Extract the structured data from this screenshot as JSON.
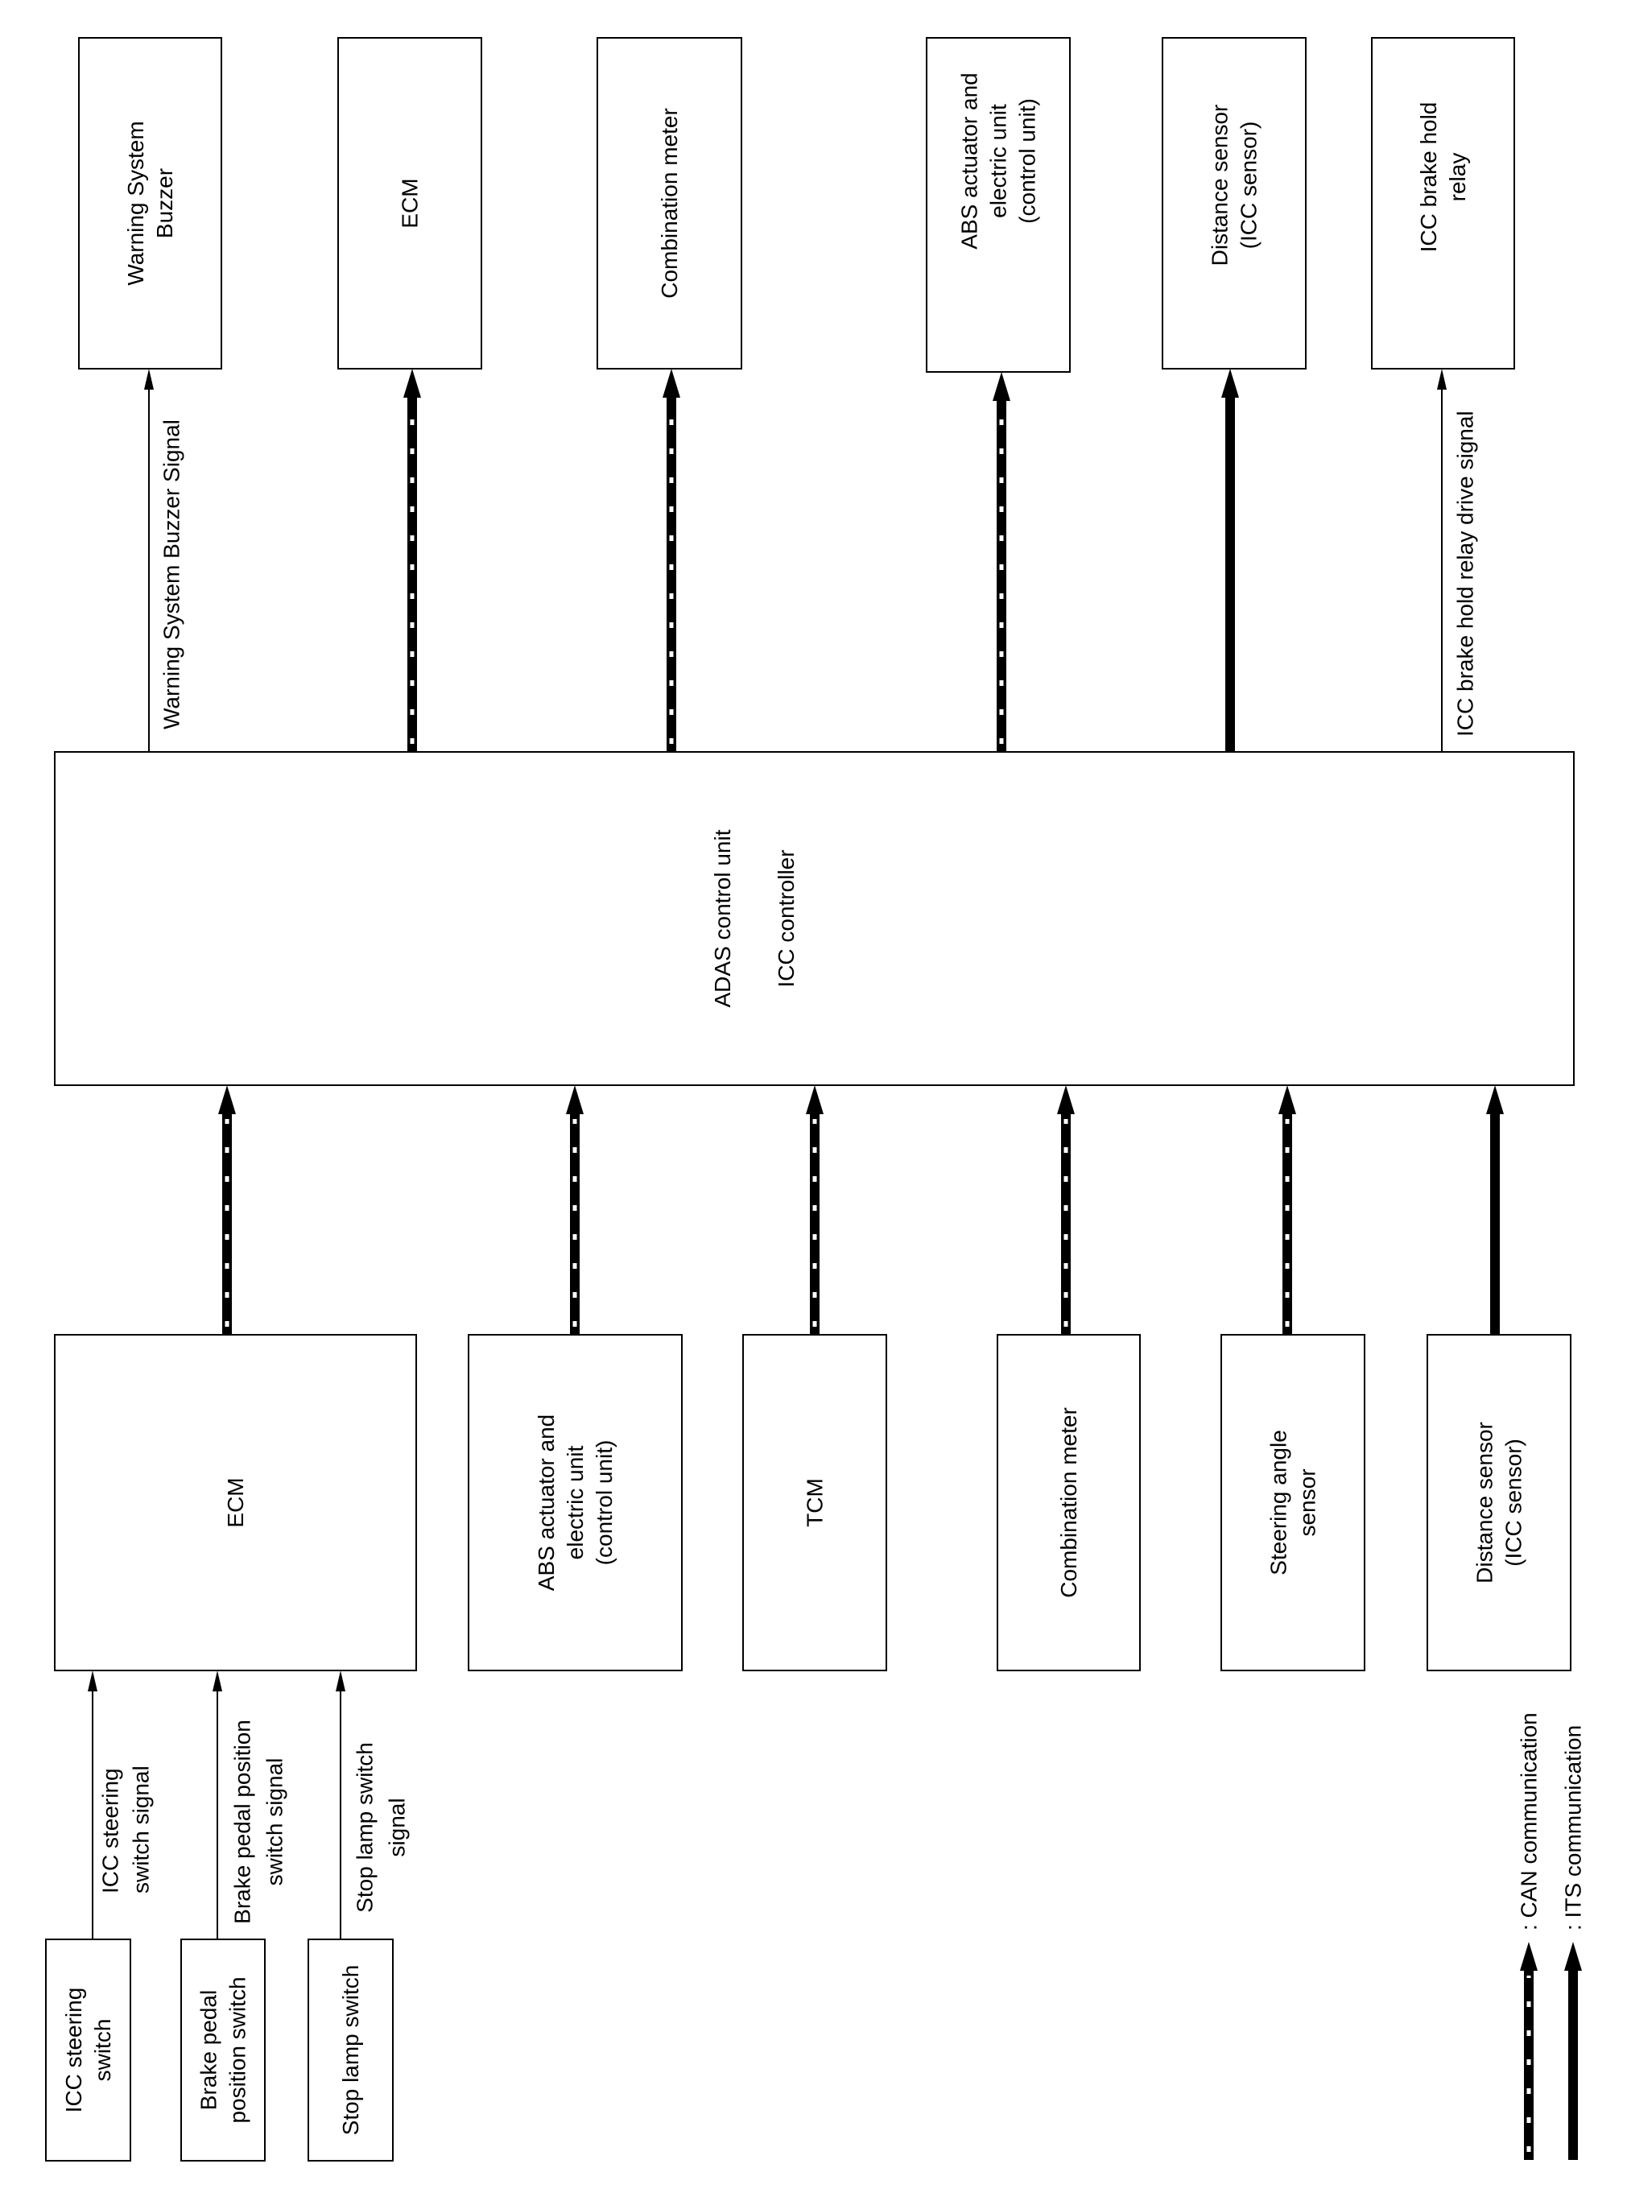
{
  "top_units": {
    "warning_buzzer": [
      "Warning System",
      "Buzzer"
    ],
    "ecm": [
      "ECM"
    ],
    "combination_meter": [
      "Combination meter"
    ],
    "abs": [
      "ABS actuator and",
      "electric unit",
      "(control unit)"
    ],
    "distance_sensor": [
      "Distance sensor",
      "(ICC sensor)"
    ],
    "brake_hold_relay": [
      "ICC brake hold",
      "relay"
    ]
  },
  "adas": [
    "ADAS control unit",
    "ICC controller"
  ],
  "bottom_units": {
    "ecm": [
      "ECM"
    ],
    "abs": [
      "ABS actuator and",
      "electric unit",
      "(control unit)"
    ],
    "tcm": [
      "TCM"
    ],
    "combination_meter": [
      "Combination meter"
    ],
    "steering_angle_sensor": [
      "Steering angle",
      "sensor"
    ],
    "distance_sensor": [
      "Distance sensor",
      "(ICC sensor)"
    ]
  },
  "switches": {
    "icc_steering_switch": [
      "ICC steering",
      "switch"
    ],
    "brake_pedal_switch": [
      "Brake pedal",
      "position switch"
    ],
    "stop_lamp_switch": [
      "Stop lamp switch"
    ]
  },
  "signals": {
    "buzzer_signal": [
      "Warning System Buzzer Signal"
    ],
    "brake_hold_relay_signal": [
      "ICC brake hold relay drive signal"
    ],
    "icc_steering_signal": [
      "ICC steering",
      "switch signal"
    ],
    "brake_pedal_signal": [
      "Brake pedal position",
      "switch signal"
    ],
    "stop_lamp_signal": [
      "Stop lamp switch",
      "signal"
    ]
  },
  "legend": {
    "can": ": CAN communication",
    "its": ": ITS communication"
  }
}
